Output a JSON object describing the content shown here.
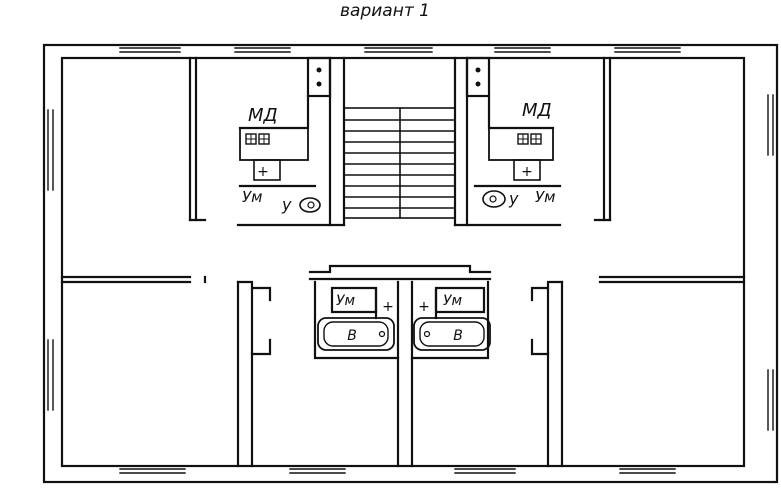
{
  "title": "вариант 1",
  "labels": {
    "md_left": "МД",
    "md_right": "МД",
    "um_left": "Ум",
    "u_left": "у",
    "um_right": "Ум",
    "u_right": "у",
    "um_bath_left": "Ум",
    "um_bath_right": "Ум",
    "bath_left": "В",
    "bath_right": "В",
    "plus_kitchen_left": "+",
    "plus_kitchen_right": "+",
    "plus_bath_left": "+",
    "plus_bath_right": "+"
  }
}
